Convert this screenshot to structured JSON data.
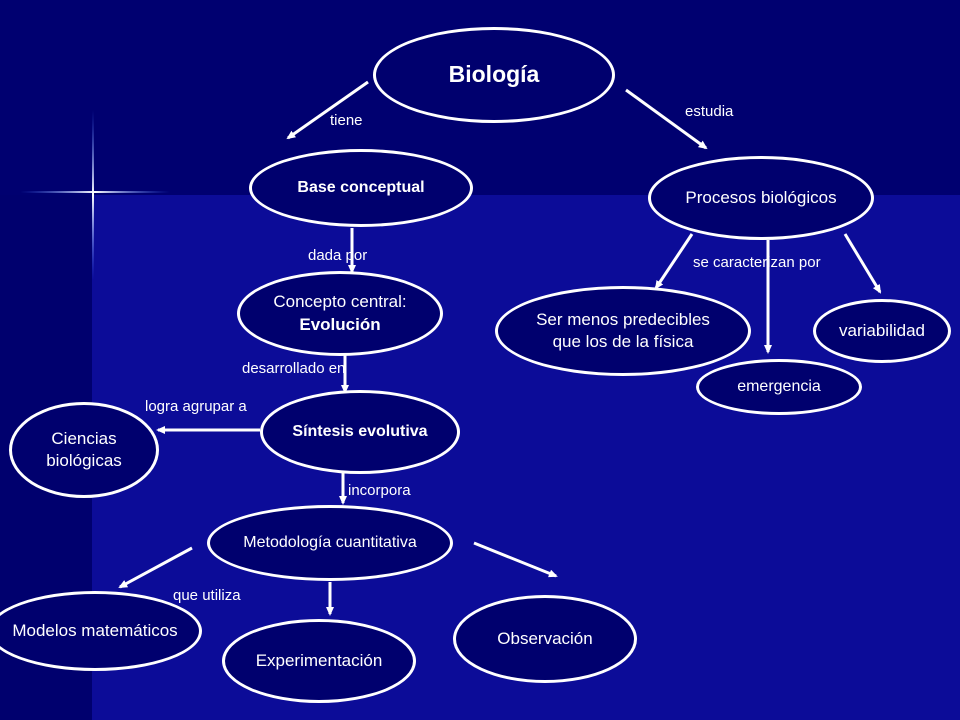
{
  "nodes": {
    "biologia": "Biología",
    "base": "Base conceptual",
    "procesos": "Procesos biológicos",
    "concepto_l1": "Concepto central:",
    "concepto_l2": "Evolución",
    "sintesis": "Síntesis evolutiva",
    "ciencias_l1": "Ciencias",
    "ciencias_l2": "biológicas",
    "metodologia": "Metodología cuantitativa",
    "modelos": "Modelos matemáticos",
    "experimentacion": "Experimentación",
    "observacion": "Observación",
    "ser_l1": "Ser menos predecibles",
    "ser_l2": "que los de la física",
    "emergencia": "emergencia",
    "variabilidad": "variabilidad"
  },
  "labels": {
    "tiene": "tiene",
    "estudia": "estudia",
    "dada_por": "dada por",
    "se_caracterizan": "se caracterizan por",
    "desarrollado": "desarrollado en",
    "logra": "logra agrupar a",
    "incorpora": "incorpora",
    "que_utiliza": "que utiliza"
  },
  "colors": {
    "background": "#00006e",
    "panel": "#0c0c98",
    "stroke": "#ffffff"
  }
}
